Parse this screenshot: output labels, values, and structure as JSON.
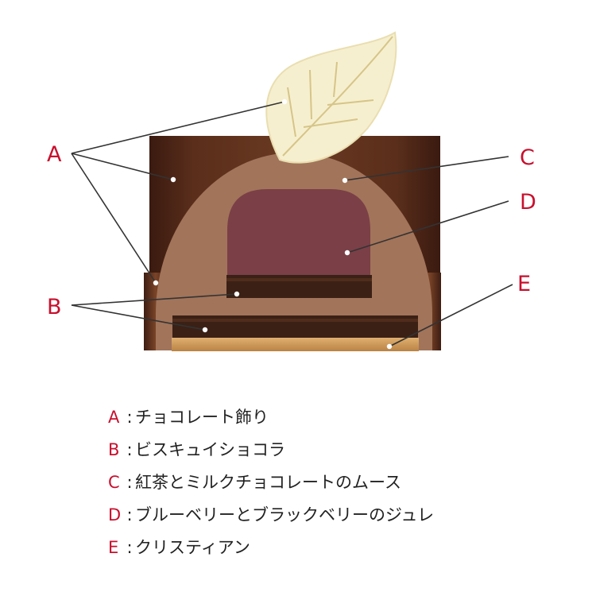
{
  "colors": {
    "accent": "#c8102e",
    "dark_chocolate": "#4a2416",
    "mousse": "#a2745a",
    "jelly": "#7b3f47",
    "biscuit": "#3b2015",
    "crust": "#d4a060",
    "leaf": "#f6efcf",
    "line": "#333333"
  },
  "callouts": {
    "a": "A",
    "b": "B",
    "c": "C",
    "d": "D",
    "e": "E"
  },
  "legend": [
    {
      "key": "A",
      "sep": ":",
      "text": "チョコレート飾り"
    },
    {
      "key": "B",
      "sep": ":",
      "text": "ビスキュイショコラ"
    },
    {
      "key": "C",
      "sep": ":",
      "text": "紅茶とミルクチョコレートのムース"
    },
    {
      "key": "D",
      "sep": ":",
      "text": "ブルーベリーとブラックベリーのジュレ"
    },
    {
      "key": "E",
      "sep": ":",
      "text": "クリスティアン"
    }
  ]
}
